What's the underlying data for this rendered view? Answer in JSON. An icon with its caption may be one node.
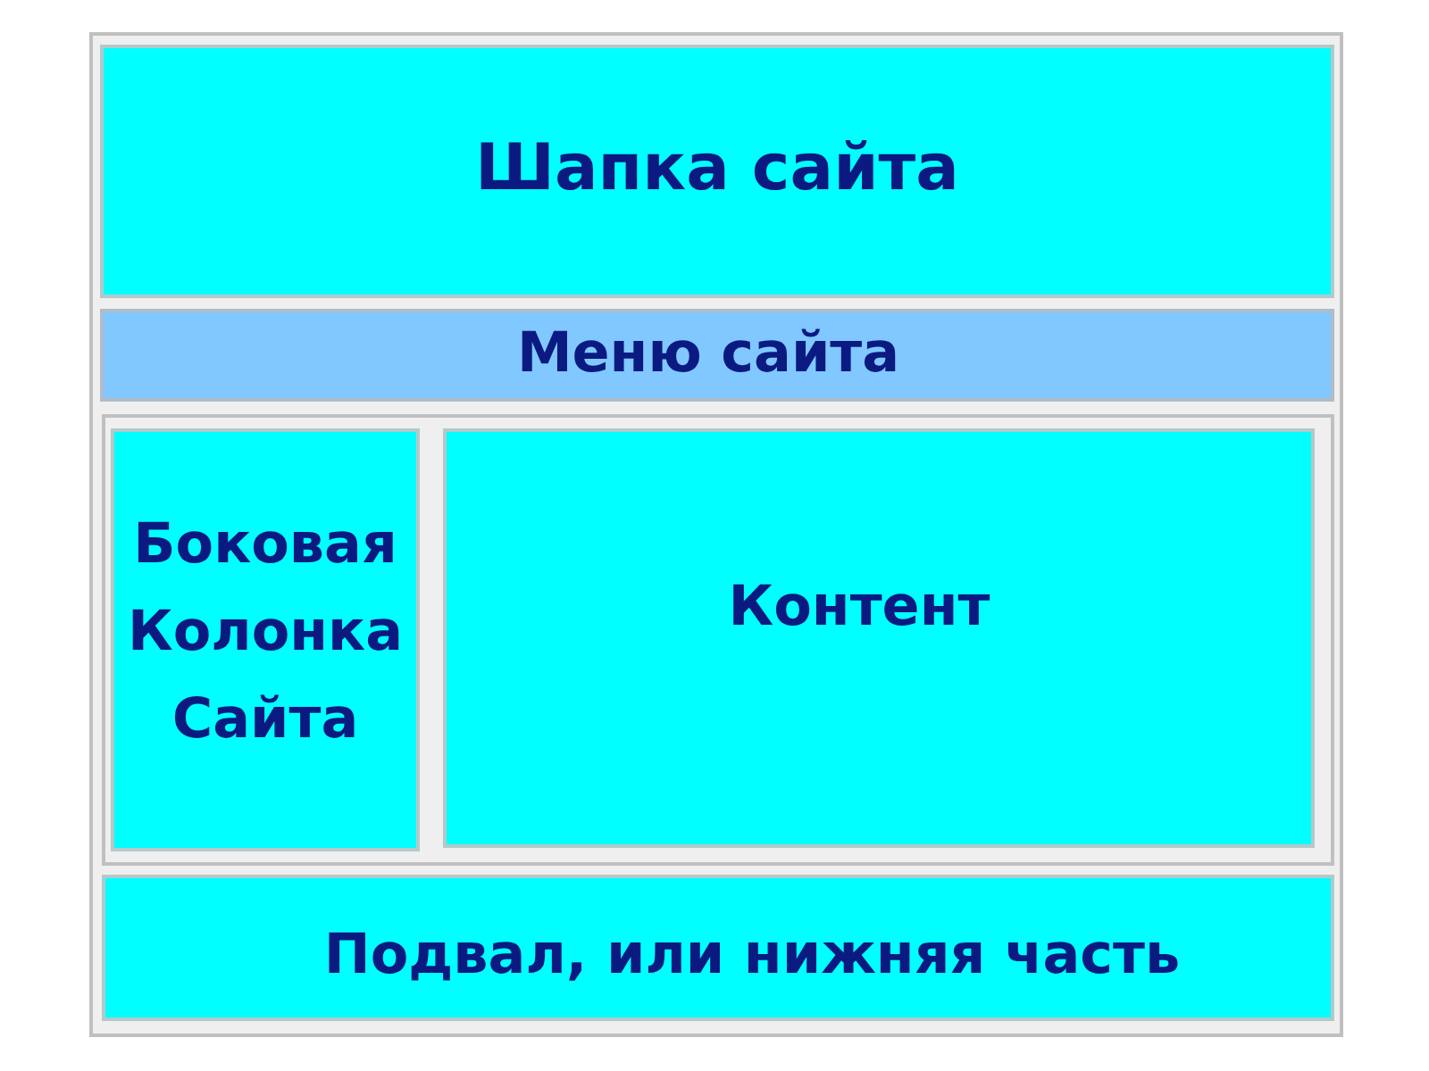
{
  "diagram": {
    "nodes": [
      {
        "text": [],
        "shape": "box"
      },
      {
        "text": [
          "Шапка сайта"
        ],
        "in": 0
      },
      {
        "text": [
          "Меню сайта"
        ],
        "in": 0
      },
      {
        "text": [],
        "shape": "box",
        "in": 0
      },
      {
        "text": [
          "Боковая Колонка Сайта"
        ],
        "in": 3
      },
      {
        "text": [
          "Контент"
        ],
        "in": 3
      },
      {
        "text": [
          "Подвал, или нижняя часть"
        ],
        "in": 0
      }
    ]
  }
}
